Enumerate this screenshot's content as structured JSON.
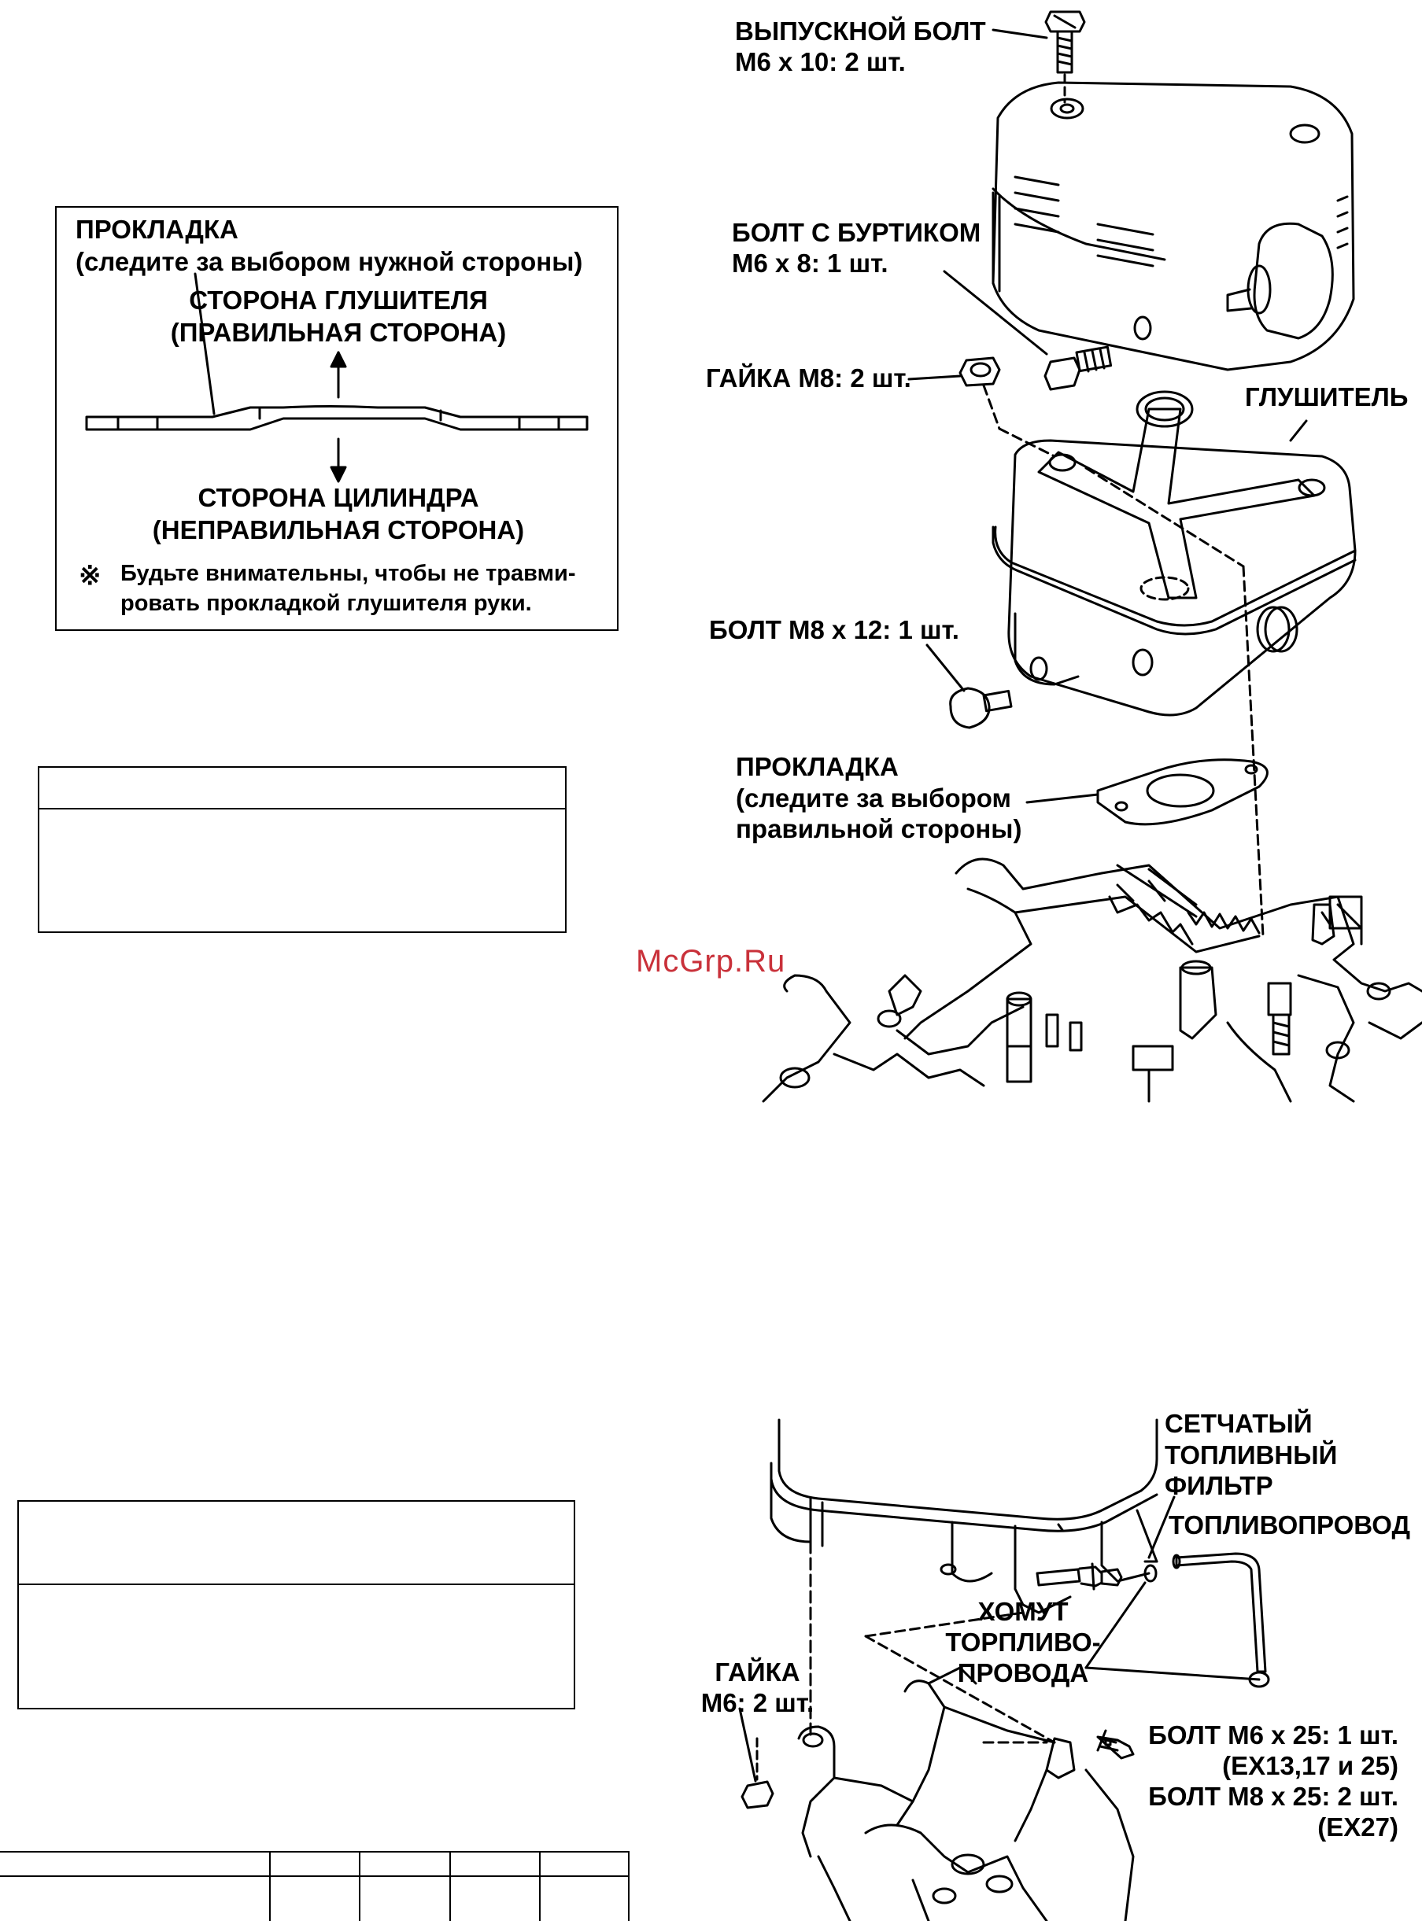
{
  "gasket_box": {
    "title": "ПРОКЛАДКА",
    "subtitle": "(следите за выбором нужной стороны)",
    "muffler_side": "СТОРОНА ГЛУШИТЕЛЯ",
    "muffler_side_note": "(ПРАВИЛЬНАЯ СТОРОНА)",
    "cylinder_side": "СТОРОНА ЦИЛИНДРА",
    "cylinder_side_note": "(НЕПРАВИЛЬНАЯ СТОРОНА)",
    "warning_mark": "※",
    "warning_line1": "Будьте внимательны, чтобы не травми-",
    "warning_line2": "ровать прокладкой глушителя руки."
  },
  "top_diagram": {
    "exhaust_bolt_1": "ВЫПУСКНОЙ БОЛТ",
    "exhaust_bolt_2": "М6 х 10: 2 шт.",
    "flange_bolt_1": "БОЛТ С БУРТИКОМ",
    "flange_bolt_2": "М6 х 8: 1 шт.",
    "nut_m8": "ГАЙКА М8: 2 шт.",
    "muffler": "ГЛУШИТЕЛЬ",
    "bolt_m8x12": "БОЛТ М8 х 12: 1 шт.",
    "gasket_1": "ПРОКЛАДКА",
    "gasket_2": "(следите за выбором",
    "gasket_3": "правильной стороны)"
  },
  "watermark": "McGrp.Ru",
  "bottom_diagram": {
    "strainer_1": "СЕТЧАТЫЙ",
    "strainer_2": "ТОПЛИВНЫЙ",
    "strainer_3": "ФИЛЬТР",
    "fuel_line": "ТОПЛИВОПРОВОД",
    "clamp_1": "ХОМУТ",
    "clamp_2": "ТОРПЛИВО-",
    "clamp_3": "ПРОВОДА",
    "nut_m6_1": "ГАЙКА",
    "nut_m6_2": "М6: 2 шт.",
    "bolt_m6x25_1": "БОЛТ М6 х 25: 1 шт.",
    "bolt_m6x25_2": "(EX13,17 и 25)",
    "bolt_m8x25_1": "БОЛТ М8 х 25: 2 шт.",
    "bolt_m8x25_2": "(EX27)"
  }
}
